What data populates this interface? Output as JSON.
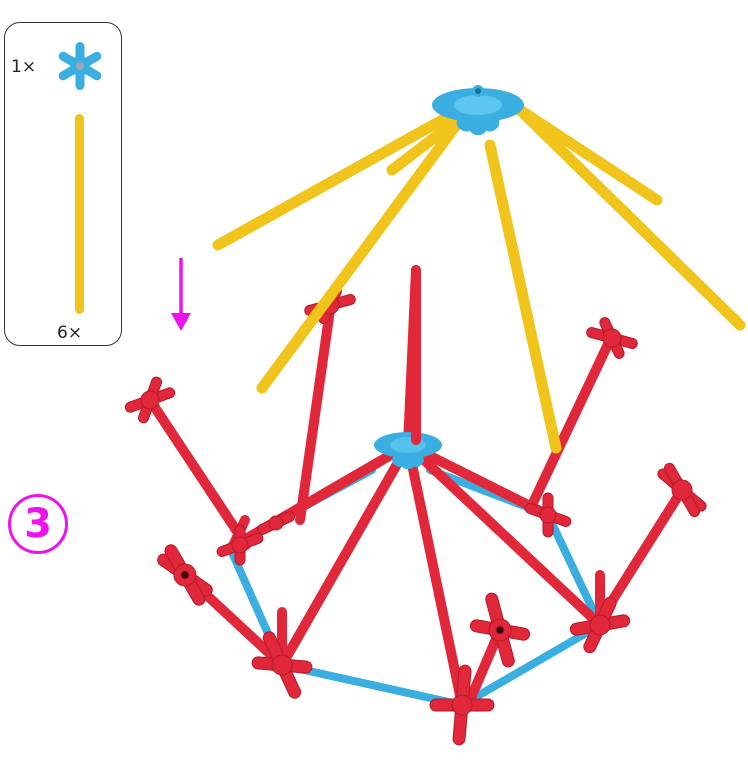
{
  "parts_list": {
    "items": [
      {
        "name": "blue-six-way-connector",
        "quantity": "1×"
      },
      {
        "name": "yellow-rod",
        "quantity": "6×"
      }
    ]
  },
  "step": {
    "number": "3"
  },
  "colors": {
    "accent": "#ee12ee",
    "red_part": "#e0283a",
    "blue_part": "#3aaee0",
    "yellow_rod": "#f0c41a"
  }
}
